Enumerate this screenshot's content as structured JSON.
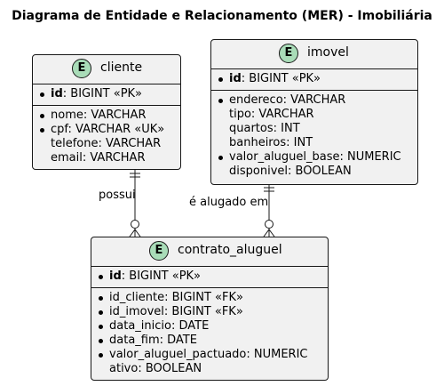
{
  "title": "Diagrama de Entidade e Relacionamento (MER) - Imobiliária",
  "entities": {
    "cliente": {
      "badge": "E",
      "name": "cliente",
      "keys": [
        {
          "bullet": true,
          "name": "id",
          "type": ": BIGINT «PK»"
        }
      ],
      "fields": [
        {
          "bullet": true,
          "text": "nome: VARCHAR"
        },
        {
          "bullet": true,
          "text": "cpf: VARCHAR «UK»"
        },
        {
          "bullet": false,
          "text": "telefone: VARCHAR"
        },
        {
          "bullet": false,
          "text": "email: VARCHAR"
        }
      ]
    },
    "imovel": {
      "badge": "E",
      "name": "imovel",
      "keys": [
        {
          "bullet": true,
          "name": "id",
          "type": ": BIGINT «PK»"
        }
      ],
      "fields": [
        {
          "bullet": true,
          "text": "endereco: VARCHAR"
        },
        {
          "bullet": false,
          "text": "tipo: VARCHAR"
        },
        {
          "bullet": false,
          "text": "quartos: INT"
        },
        {
          "bullet": false,
          "text": "banheiros: INT"
        },
        {
          "bullet": true,
          "text": "valor_aluguel_base: NUMERIC"
        },
        {
          "bullet": false,
          "text": "disponivel: BOOLEAN"
        }
      ]
    },
    "contrato_aluguel": {
      "badge": "E",
      "name": "contrato_aluguel",
      "keys": [
        {
          "bullet": true,
          "name": "id",
          "type": ": BIGINT «PK»"
        }
      ],
      "fields": [
        {
          "bullet": true,
          "text": "id_cliente: BIGINT «FK»"
        },
        {
          "bullet": true,
          "text": "id_imovel: BIGINT «FK»"
        },
        {
          "bullet": true,
          "text": "data_inicio: DATE"
        },
        {
          "bullet": true,
          "text": "data_fim: DATE"
        },
        {
          "bullet": true,
          "text": "valor_aluguel_pactuado: NUMERIC"
        },
        {
          "bullet": false,
          "text": "ativo: BOOLEAN"
        }
      ]
    }
  },
  "relationships": [
    {
      "from": "cliente",
      "to": "contrato_aluguel",
      "label": "possui"
    },
    {
      "from": "imovel",
      "to": "contrato_aluguel",
      "label": "é alugado em"
    }
  ],
  "colors": {
    "entity_fill": "#f1f1f1",
    "badge_fill": "#a9dcb8",
    "stroke": "#181818"
  }
}
